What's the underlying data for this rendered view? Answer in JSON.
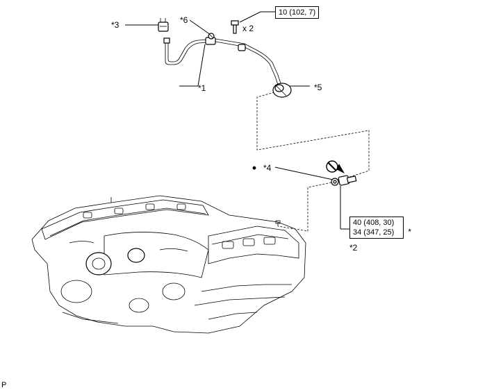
{
  "callouts": {
    "c1": "*1",
    "c2": "*2",
    "c3": "*3",
    "c4": "*4",
    "c5": "*5",
    "c6": "*6"
  },
  "torque_top": "10 (102, 7)",
  "bolt_qty": "x 2",
  "torque_right": {
    "line1": "40 (408, 30)",
    "line2": "34 (347, 25)",
    "mark": "*"
  },
  "corner_code": "P",
  "icons": [
    "new-part-bullet-icon",
    "apply-adhesive-icon"
  ]
}
